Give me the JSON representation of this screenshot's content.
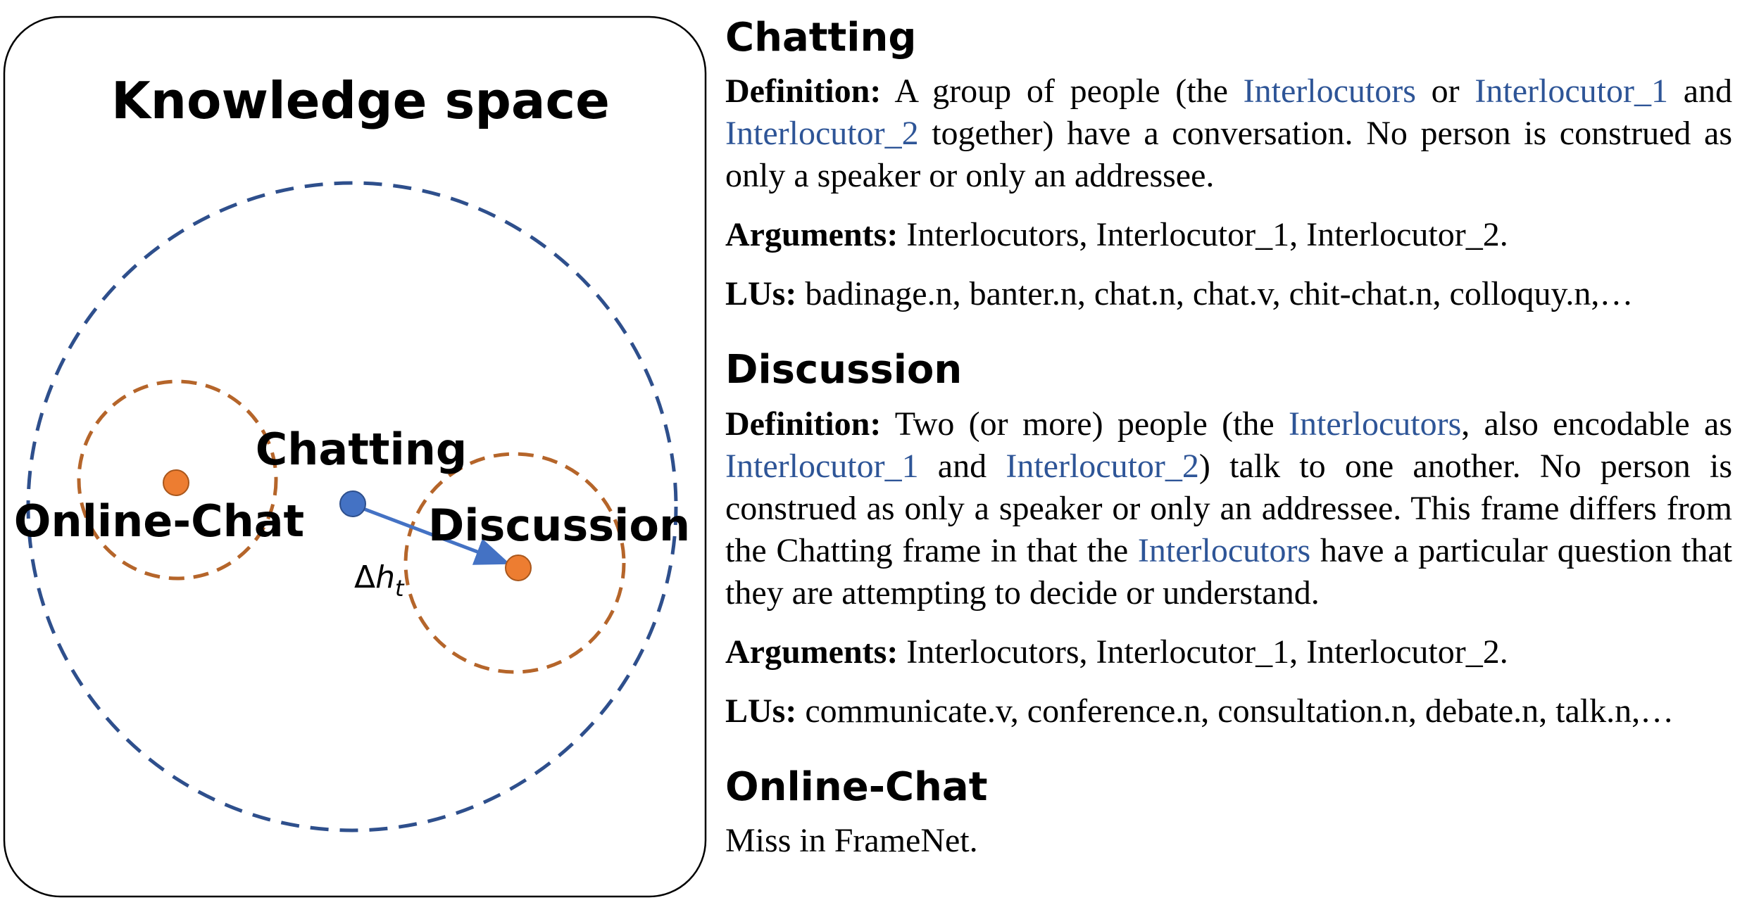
{
  "diagram": {
    "title": "Knowledge space",
    "labels": {
      "chatting": "Chatting",
      "online_chat": "Online-Chat",
      "discussion": "Discussion",
      "delta_symbol": "Δ",
      "delta_var": "h",
      "delta_sub": "t"
    },
    "colors": {
      "outer_circle": "#2e4f8c",
      "inner_circles": "#b5652a",
      "chatting_dot": "#4472c4",
      "frame_dots": "#ed7d31",
      "arrow": "#4472c4"
    }
  },
  "frames": {
    "chatting": {
      "title": "Chatting",
      "def_label": "Definition:",
      "def_1": " A group of people (the ",
      "def_e1": "Interlocutors",
      "def_2": " or ",
      "def_e2": "Interlocutor_1",
      "def_3": " and ",
      "def_e3": "Interlocutor_2",
      "def_4": " together) have a conversation. No person is construed as only a speaker or only an addressee.",
      "args_label": "Arguments:",
      "args": " Interlocutors, Interlocutor_1, Interlocutor_2.",
      "lus_label": "LUs:",
      "lus": " badinage.n, banter.n, chat.n, chat.v, chit-chat.n, colloquy.n,…"
    },
    "discussion": {
      "title": "Discussion",
      "def_label": "Definition:",
      "def_1": " Two (or more) people (the ",
      "def_e1": "Interlocutors",
      "def_2": ", also encodable as ",
      "def_e2": "Interlocutor_1",
      "def_3": " and ",
      "def_e3": "Interlocutor_2",
      "def_4": ") talk to one another. No person is construed as only a speaker or only an addressee. This frame differs from the Chatting frame in that the ",
      "def_e4": "Interlocutors",
      "def_5": " have a particular question that they are attempting to decide or understand.",
      "args_label": "Arguments:",
      "args": " Interlocutors, Interlocutor_1, Interlocutor_2.",
      "lus_label": "LUs:",
      "lus": " communicate.v, conference.n, consultation.n, debate.n, talk.n,…"
    },
    "online_chat": {
      "title": "Online-Chat",
      "note": "Miss in FrameNet."
    }
  }
}
